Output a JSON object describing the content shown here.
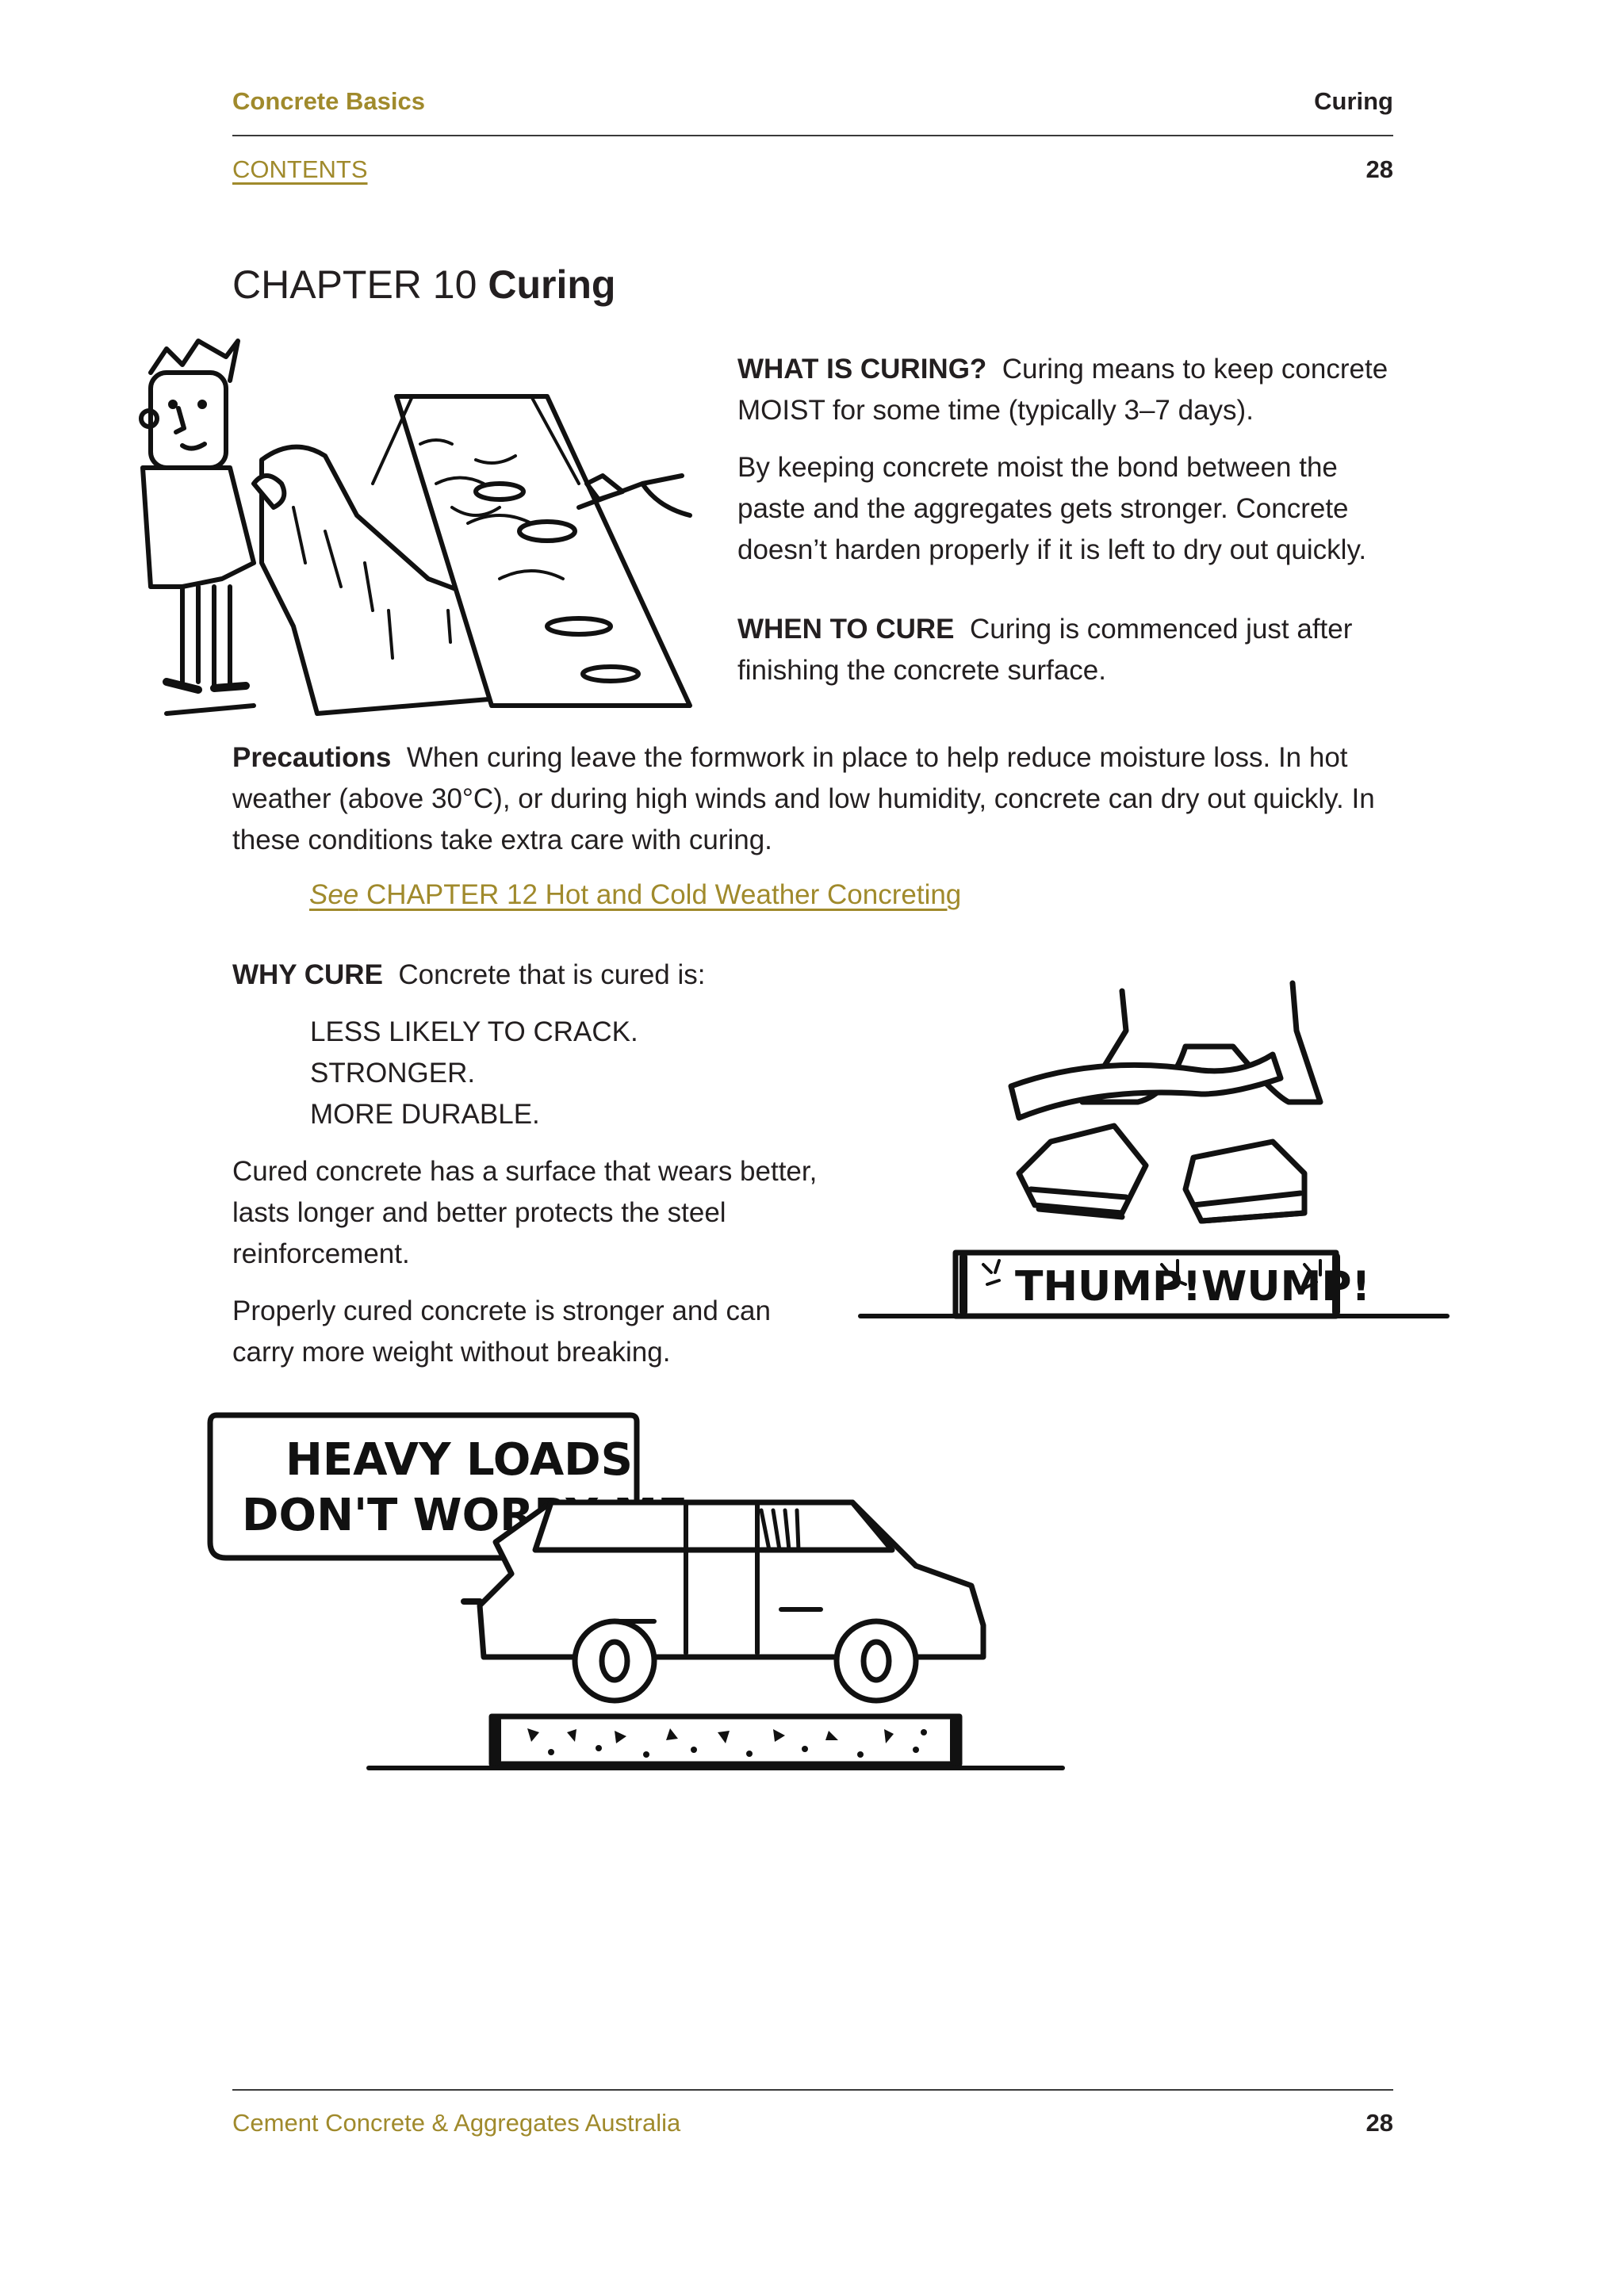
{
  "header": {
    "doc_title": "Concrete Basics",
    "section": "Curing",
    "contents_link": "CONTENTS",
    "page_number": "28"
  },
  "chapter": {
    "prefix": "CHAPTER 10",
    "title": "Curing"
  },
  "what_is_curing": {
    "heading": "WHAT IS CURING?",
    "text": "Curing means to keep concrete MOIST for some time (typically 3–7 days).",
    "para2": "By keeping concrete moist the bond between the paste and the aggregates gets stronger. Concrete doesn’t harden properly if it is left to dry out quickly."
  },
  "when_to_cure": {
    "heading": "WHEN TO CURE",
    "text": "Curing is commenced just after finishing the concrete surface."
  },
  "precautions": {
    "heading": "Precautions",
    "text": "When curing leave the formwork in place to help reduce moisture loss. In hot weather (above 30°C), or during high winds and low humidity, concrete can dry out quickly. In these conditions take extra care with curing."
  },
  "see_link": {
    "see": "See",
    "text": "CHAPTER 12 Hot and Cold Weather Concreting"
  },
  "why_cure": {
    "heading": "WHY CURE",
    "text": "Concrete that is cured is:",
    "list": [
      "LESS LIKELY TO CRACK.",
      "STRONGER.",
      "MORE DURABLE."
    ],
    "para1": "Cured concrete has a surface that wears better, lasts longer and better protects the steel reinforcement.",
    "para2": "Properly cured concrete is stronger and can carry more weight without breaking."
  },
  "illustrations": {
    "thump_text": "THUMP!",
    "wump_text": "WUMP!",
    "speech_line1": "HEAVY LOADS",
    "speech_line2": "DON'T WORRY ME ."
  },
  "footer": {
    "publisher": "Cement Concrete & Aggregates Australia",
    "page_number": "28"
  }
}
